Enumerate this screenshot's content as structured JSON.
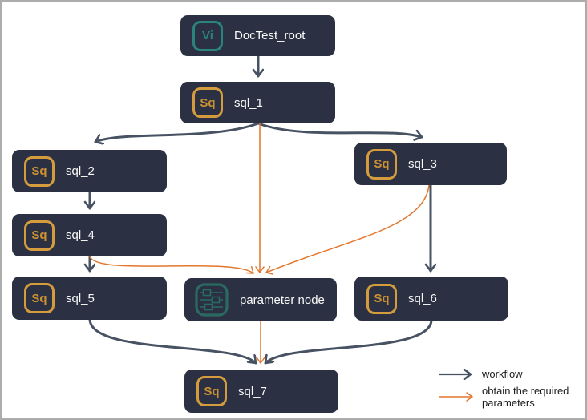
{
  "diagram": {
    "nodes": [
      {
        "id": "doctest_root",
        "label": "DocTest_root",
        "icon": "Vi",
        "icon_type": "visual"
      },
      {
        "id": "sql_1",
        "label": "sql_1",
        "icon": "Sq",
        "icon_type": "sql"
      },
      {
        "id": "sql_2",
        "label": "sql_2",
        "icon": "Sq",
        "icon_type": "sql"
      },
      {
        "id": "sql_3",
        "label": "sql_3",
        "icon": "Sq",
        "icon_type": "sql"
      },
      {
        "id": "sql_4",
        "label": "sql_4",
        "icon": "Sq",
        "icon_type": "sql"
      },
      {
        "id": "sql_5",
        "label": "sql_5",
        "icon": "Sq",
        "icon_type": "sql"
      },
      {
        "id": "parameter_node",
        "label": "parameter node",
        "icon": "",
        "icon_type": "sliders"
      },
      {
        "id": "sql_6",
        "label": "sql_6",
        "icon": "Sq",
        "icon_type": "sql"
      },
      {
        "id": "sql_7",
        "label": "sql_7",
        "icon": "Sq",
        "icon_type": "sql"
      }
    ],
    "edges": [
      {
        "from": "DocTest_root",
        "to": "sql_1",
        "type": "workflow"
      },
      {
        "from": "sql_1",
        "to": "sql_2",
        "type": "workflow"
      },
      {
        "from": "sql_1",
        "to": "sql_3",
        "type": "workflow"
      },
      {
        "from": "sql_1",
        "to": "parameter node",
        "type": "parameter"
      },
      {
        "from": "sql_2",
        "to": "sql_4",
        "type": "workflow"
      },
      {
        "from": "sql_4",
        "to": "sql_5",
        "type": "workflow"
      },
      {
        "from": "sql_4",
        "to": "parameter node",
        "type": "parameter"
      },
      {
        "from": "sql_3",
        "to": "sql_6",
        "type": "workflow"
      },
      {
        "from": "sql_3",
        "to": "parameter node",
        "type": "parameter"
      },
      {
        "from": "sql_5",
        "to": "sql_7",
        "type": "workflow"
      },
      {
        "from": "sql_6",
        "to": "sql_7",
        "type": "workflow"
      },
      {
        "from": "parameter node",
        "to": "sql_7",
        "type": "parameter"
      }
    ],
    "legend": {
      "workflow_label": "workflow",
      "parameter_label": "obtain the required parameters"
    }
  },
  "colors": {
    "node_bg": "#2B3142",
    "workflow": "#475263",
    "parameter": "#E2762D",
    "sql_icon": "#D49C3D",
    "sql_icon_text": "#CC9232",
    "visual_icon": "#2B847B",
    "param_icon": "#2A6A63"
  }
}
